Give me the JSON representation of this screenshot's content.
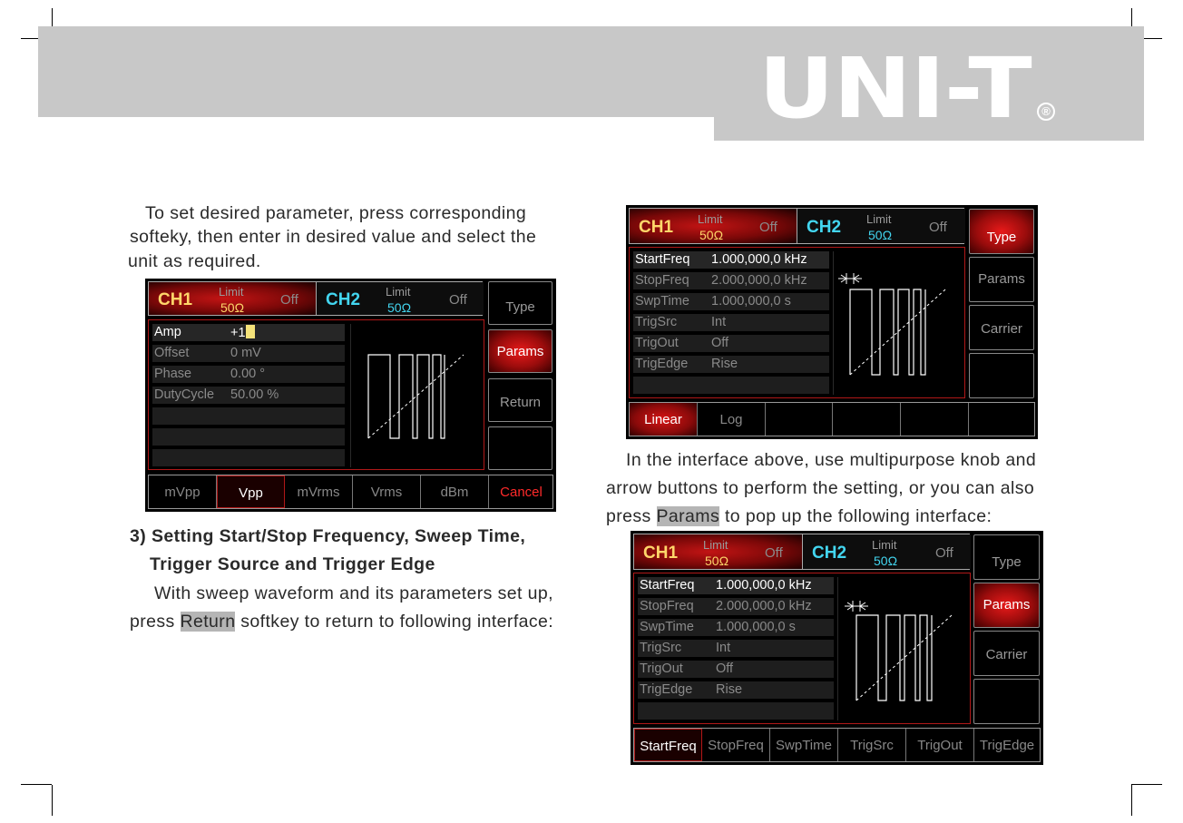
{
  "brand": {
    "logo_text": "UNI-T",
    "reg_mark": "®"
  },
  "left_col": {
    "intro_lines": [
      "To set desired parameter, press corresponding",
      "softeky, then enter in desired value and select the",
      "unit as required."
    ],
    "heading_lines": [
      "3) Setting Start/Stop Frequency, Sweep Time,",
      "Trigger Source and Trigger Edge"
    ],
    "para_line1": "With sweep waveform and its parameters set up,",
    "para_line2_pre": "press",
    "para_line2_key": "Return",
    "para_line2_post": "softkey to return to following interface:"
  },
  "right_col": {
    "para_line1": "In the interface above, use multipurpose knob and",
    "para_line2": "arrow buttons to perform the setting, or you can also",
    "para_line3_pre": "press",
    "para_line3_key": "Params",
    "para_line3_post": "to pop up the following interface:"
  },
  "channels": {
    "ch1": "CH1",
    "ch2": "CH2",
    "limit": "Limit",
    "ohm": "50Ω",
    "off": "Off"
  },
  "screen1": {
    "params": [
      {
        "name": "Amp",
        "value": "+1"
      },
      {
        "name": "Offset",
        "value": "0 mV"
      },
      {
        "name": "Phase",
        "value": "0.00 °"
      },
      {
        "name": "DutyCycle",
        "value": "50.00 %"
      }
    ],
    "softkeys": [
      "Type",
      "Params",
      "Return",
      ""
    ],
    "active_softkey": "Params",
    "units": [
      "mVpp",
      "Vpp",
      "mVrms",
      "Vrms",
      "dBm",
      "Cancel"
    ],
    "active_unit": "Vpp"
  },
  "screen2": {
    "params": [
      {
        "name": "StartFreq",
        "value": "1.000,000,0 kHz"
      },
      {
        "name": "StopFreq",
        "value": "2.000,000,0 kHz"
      },
      {
        "name": "SwpTime",
        "value": "1.000,000,0 s"
      },
      {
        "name": "TrigSrc",
        "value": "Int"
      },
      {
        "name": "TrigOut",
        "value": "Off"
      },
      {
        "name": "TrigEdge",
        "value": "Rise"
      }
    ],
    "softkeys": [
      "Type",
      "Params",
      "Carrier",
      ""
    ],
    "active_softkey": "Type",
    "bottom": [
      "Linear",
      "Log",
      "",
      "",
      "",
      ""
    ],
    "active_bottom": "Linear"
  },
  "screen3": {
    "params": [
      {
        "name": "StartFreq",
        "value": "1.000,000,0 kHz"
      },
      {
        "name": "StopFreq",
        "value": "2.000,000,0 kHz"
      },
      {
        "name": "SwpTime",
        "value": "1.000,000,0 s"
      },
      {
        "name": "TrigSrc",
        "value": "Int"
      },
      {
        "name": "TrigOut",
        "value": "Off"
      },
      {
        "name": "TrigEdge",
        "value": "Rise"
      }
    ],
    "softkeys": [
      "Type",
      "Params",
      "Carrier",
      ""
    ],
    "active_softkey": "Params",
    "bottom": [
      "StartFreq",
      "StopFreq",
      "SwpTime",
      "TrigSrc",
      "TrigOut",
      "TrigEdge"
    ],
    "active_bottom": "StartFreq"
  }
}
